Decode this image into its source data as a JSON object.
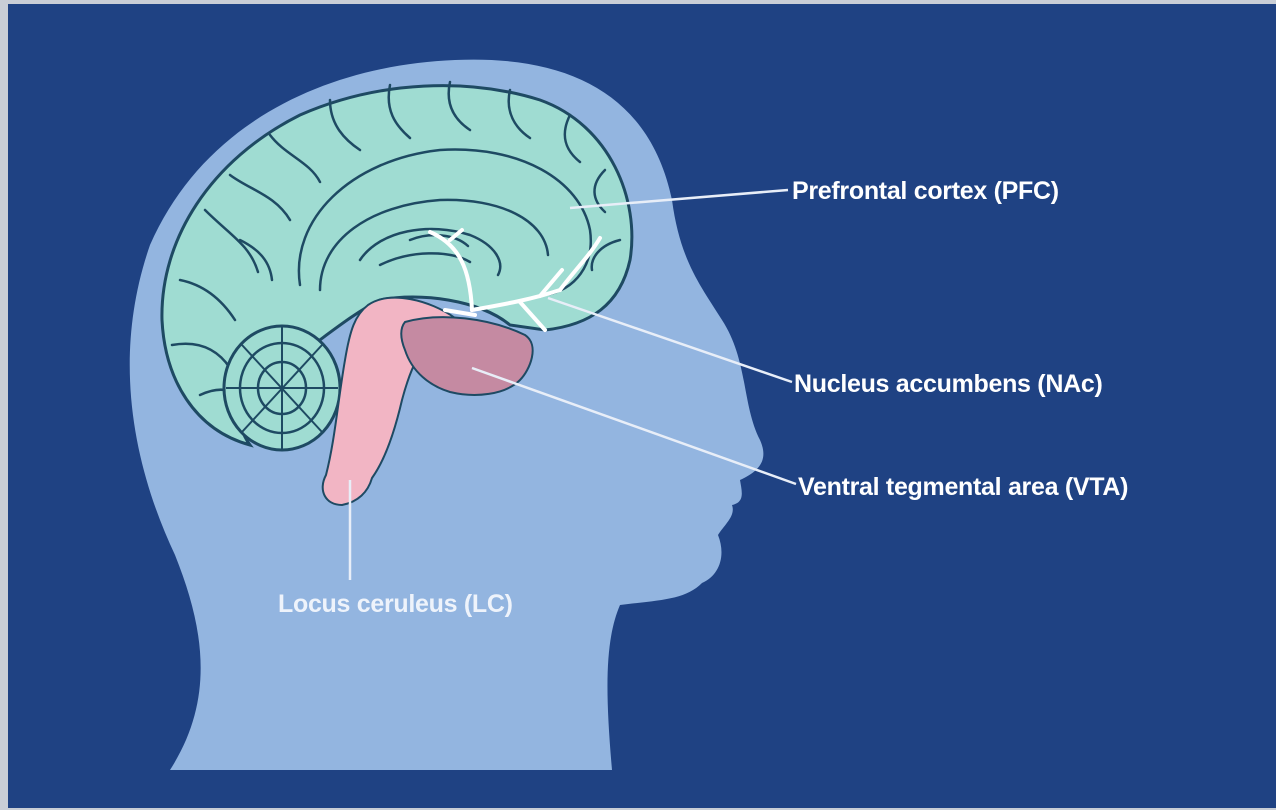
{
  "labels": {
    "pfc": "Prefrontal cortex (PFC)",
    "nac": "Nucleus accumbens (NAc)",
    "vta": "Ventral tegmental area (VTA)",
    "lc": "Locus ceruleus (LC)"
  },
  "colors": {
    "background": "#1f4283",
    "head": "#93b5e0",
    "cortex": "#9fdcd2",
    "outline": "#1e4a63",
    "brainstem": "#f2b5c4",
    "vta": "#c58aa2",
    "pathways": "#ffffff"
  }
}
